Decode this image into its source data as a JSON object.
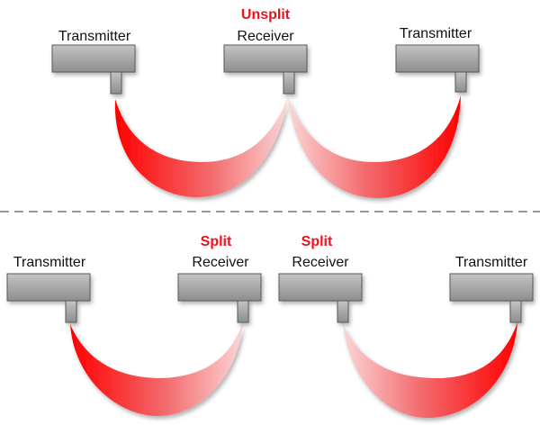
{
  "top": {
    "annotation": "Unsplit",
    "left_label": "Transmitter",
    "center_label": "Receiver",
    "right_label": "Transmitter"
  },
  "bottom": {
    "left_group": {
      "transmitter_label": "Transmitter",
      "receiver_annotation": "Split",
      "receiver_label": "Receiver"
    },
    "right_group": {
      "receiver_annotation": "Split",
      "receiver_label": "Receiver",
      "transmitter_label": "Transmitter"
    }
  },
  "colors": {
    "accent": "#e8141b",
    "beam_strong": "#ff0000",
    "beam_light": "#fbd4d4",
    "device": "#a7a7a7",
    "divider": "#9a9a9a"
  }
}
